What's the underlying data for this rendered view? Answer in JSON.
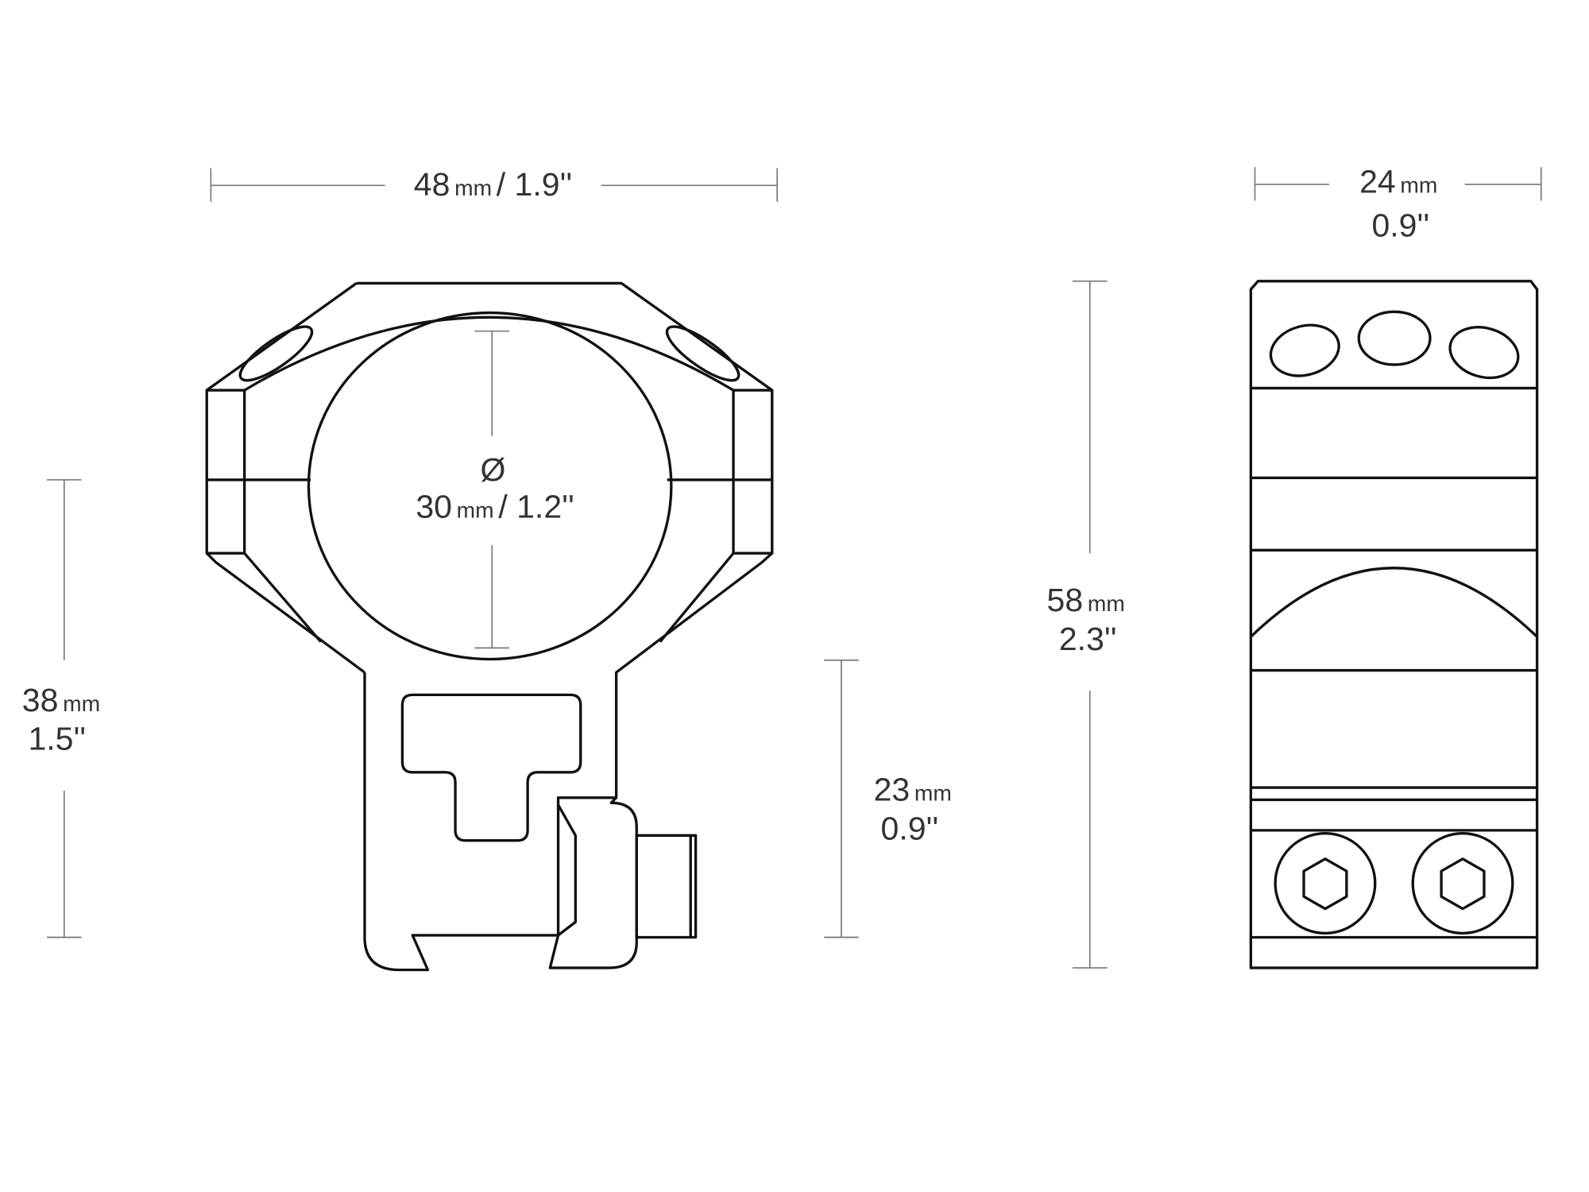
{
  "title": "Scope mount ring dimensions",
  "dimensions": {
    "width": {
      "value": "48",
      "unit": "mm",
      "imperial": "/ 1.9''"
    },
    "tube_diameter": {
      "symbol": "Ø",
      "value": "30",
      "unit": "mm",
      "imperial": "/ 1.2''"
    },
    "center_height": {
      "value": "38",
      "unit": "mm",
      "imperial": "1.5''"
    },
    "base_height": {
      "value": "23",
      "unit": "mm",
      "imperial": "0.9''"
    },
    "total_height": {
      "value": "58",
      "unit": "mm",
      "imperial": "2.3''"
    },
    "ring_width": {
      "value": "24",
      "unit": "mm",
      "imperial": "0.9''"
    }
  }
}
